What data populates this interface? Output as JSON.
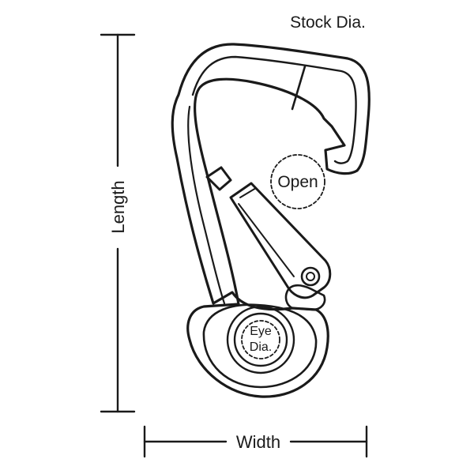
{
  "labels": {
    "stock_dia": "Stock Dia.",
    "open": "Open",
    "eye_dia_line1": "Eye",
    "eye_dia_line2": "Dia.",
    "length": "Length",
    "width": "Width"
  },
  "colors": {
    "ink": "#1a1a1a",
    "background": "#ffffff"
  }
}
